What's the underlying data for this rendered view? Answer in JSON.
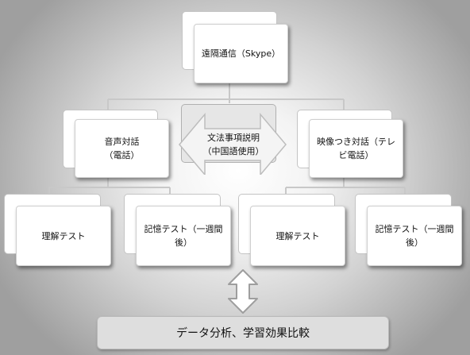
{
  "diagram": {
    "root": {
      "label": "遠隔通信（Skype）"
    },
    "left": {
      "label_line1": "音声対話",
      "label_line2": "（電話）"
    },
    "center": {
      "label_line1": "文法事項説明",
      "label_line2": "（中国語使用）"
    },
    "right": {
      "label_line1": "映像つき対話（テレ",
      "label_line2": "ビ電話）"
    },
    "leaves": [
      {
        "label_line1": "理解テスト",
        "label_line2": ""
      },
      {
        "label_line1": "記憶テスト（一週間",
        "label_line2": "後）"
      },
      {
        "label_line1": "理解テスト",
        "label_line2": ""
      },
      {
        "label_line1": "記憶テスト（一週間",
        "label_line2": "後）"
      }
    ],
    "bottom": {
      "label": "データ分析、学習効果比較"
    }
  },
  "colors": {
    "connector": "#c8c8c8",
    "arrow_fill": "#ffffff",
    "arrow_stroke": "#a8a8a8",
    "center_arrow_fill": "#eeeeee"
  }
}
